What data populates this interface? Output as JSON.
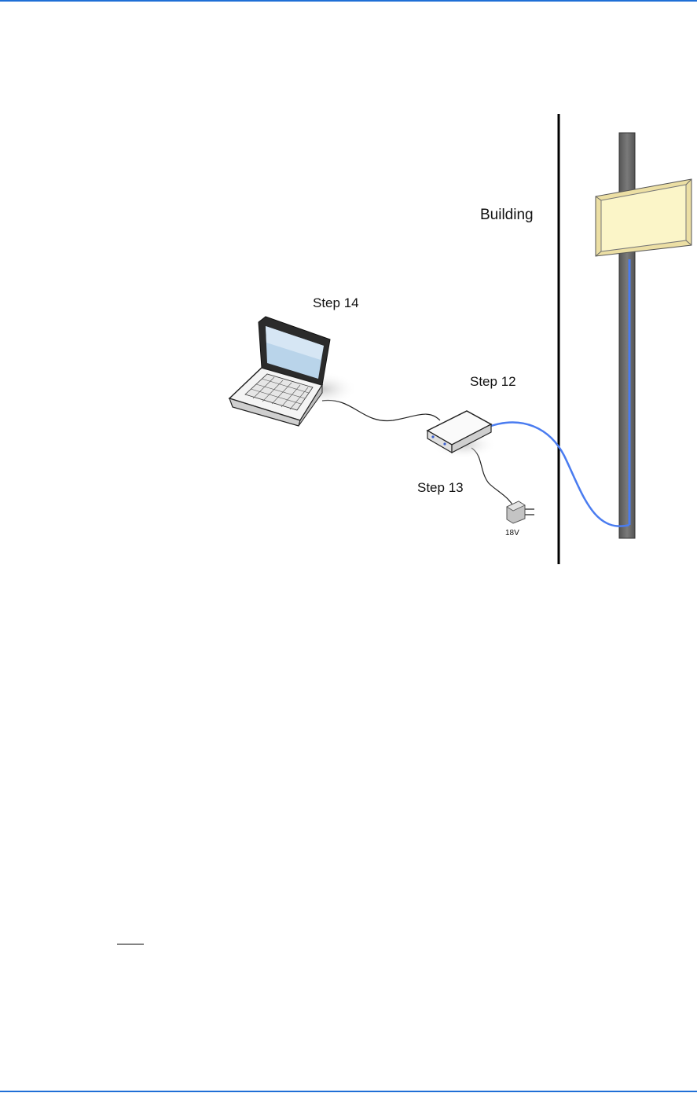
{
  "labels": {
    "building": "Building",
    "step14": "Step 14",
    "step12": "Step 12",
    "step13": "Step 13",
    "voltage": "18V"
  },
  "colors": {
    "page_rule": "#1f6fd6",
    "network_cable": "#4a7cf0",
    "antenna_panel": "#fbf5c8",
    "pole": "#6b6b6b"
  }
}
